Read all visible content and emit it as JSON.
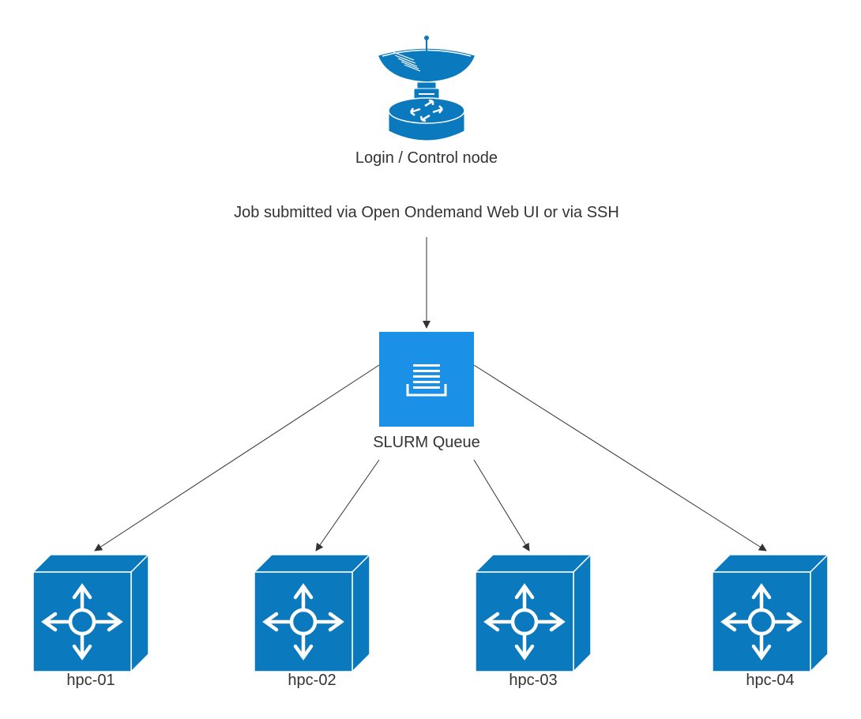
{
  "nodes": {
    "login": {
      "label": "Login / Control node",
      "type": "satellite-router"
    },
    "queue": {
      "label": "SLURM Queue",
      "type": "queue"
    },
    "compute": [
      {
        "label": "hpc-01",
        "type": "layer3-switch"
      },
      {
        "label": "hpc-02",
        "type": "layer3-switch"
      },
      {
        "label": "hpc-03",
        "type": "layer3-switch"
      },
      {
        "label": "hpc-04",
        "type": "layer3-switch"
      }
    ]
  },
  "edges": [
    {
      "from": "login",
      "to": "queue",
      "label": "Job submitted via Open Ondemand Web UI or via SSH"
    },
    {
      "from": "queue",
      "to": "hpc-01"
    },
    {
      "from": "queue",
      "to": "hpc-02"
    },
    {
      "from": "queue",
      "to": "hpc-03"
    },
    {
      "from": "queue",
      "to": "hpc-04"
    }
  ],
  "colors": {
    "cisco_blue": "#0a79bd",
    "queue_blue": "#1a90e6",
    "text": "#333333",
    "edge": "#333333"
  }
}
